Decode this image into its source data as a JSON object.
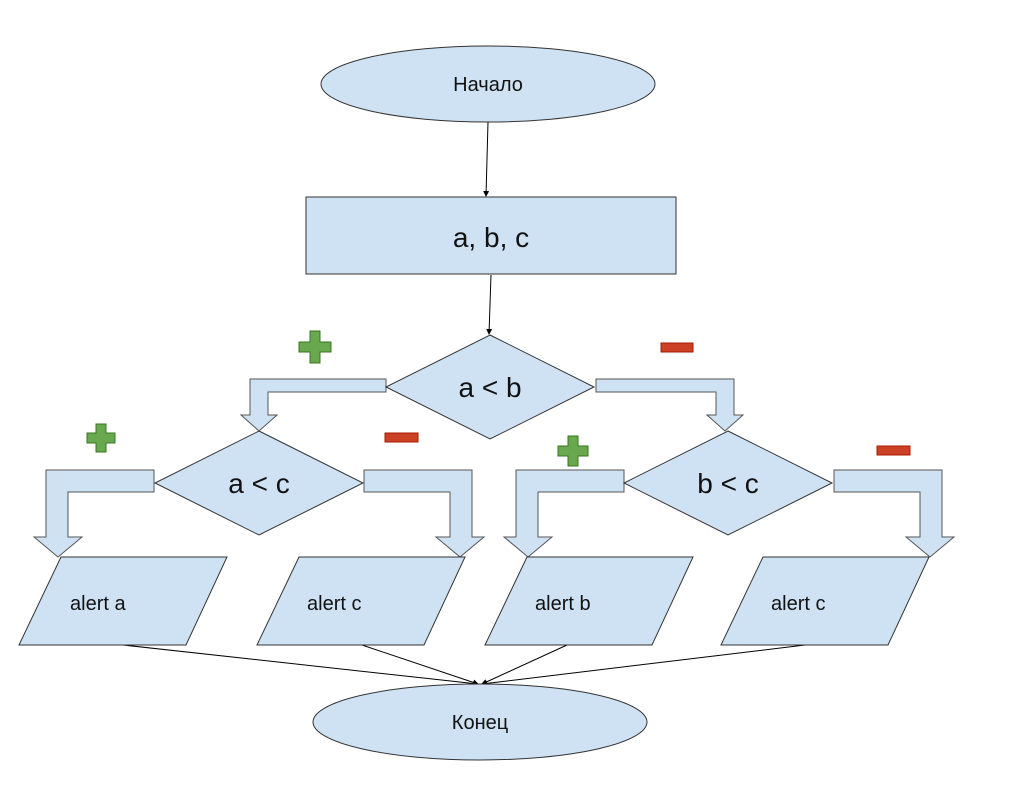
{
  "nodes": {
    "start": "Начало",
    "input": "a, b, c",
    "cond_ab": "a < b",
    "cond_ac": "a < c",
    "cond_bc": "b < c",
    "out_a": "alert a",
    "out_c_left": "alert c",
    "out_b": "alert b",
    "out_c_right": "alert c",
    "end": "Конец"
  },
  "colors": {
    "shape_fill": "#cfe2f3",
    "outline": "#333333",
    "plus": "#6aa84f",
    "minus": "#cc4125"
  }
}
